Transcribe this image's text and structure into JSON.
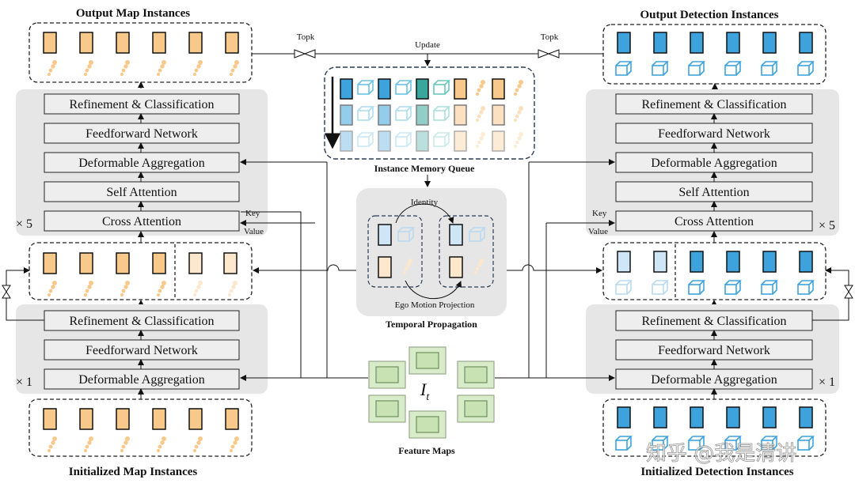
{
  "map": {
    "output_title": "Output Map Instances",
    "initial_title": "Initialized Map Instances",
    "decoder_top": [
      "Refinement & Classification",
      "Feedforward Network",
      "Deformable Aggregation",
      "Self Attention",
      "Cross Attention"
    ],
    "decoder_bottom": [
      "Refinement & Classification",
      "Feedforward Network",
      "Deformable Aggregation"
    ],
    "repeat_top": "× 5",
    "repeat_bottom": "× 1",
    "key": "Key",
    "value": "Value"
  },
  "det": {
    "output_title": "Output Detection Instances",
    "initial_title": "Initialized Detection Instances",
    "decoder_top": [
      "Refinement & Classification",
      "Feedforward Network",
      "Deformable Aggregation",
      "Self Attention",
      "Cross Attention"
    ],
    "decoder_bottom": [
      "Refinement & Classification",
      "Feedforward Network",
      "Deformable Aggregation"
    ],
    "repeat_top": "× 5",
    "repeat_bottom": "× 1",
    "key": "Key",
    "value": "Value"
  },
  "center": {
    "topk_left": "Topk",
    "topk_right": "Topk",
    "update": "Update",
    "memory_queue": "Instance Memory Queue",
    "identity": "Identity",
    "ego_motion": "Ego Motion Projection",
    "temporal": "Temporal Propagation",
    "feature_maps": "Feature Maps",
    "feature_symbol": "I",
    "feature_subscript": "t"
  },
  "watermark": "知乎 @我是清讲",
  "colors": {
    "map_fill": "#f9c98b",
    "map_light": "#fde7cd",
    "det_fill": "#3ea3dc",
    "det_light": "#cfe6f6",
    "teal": "#3aa79c",
    "block_bg": "#e6e6e6",
    "feature_fill": "#d8ecc9",
    "feature_frame": "#6e8f5e"
  }
}
